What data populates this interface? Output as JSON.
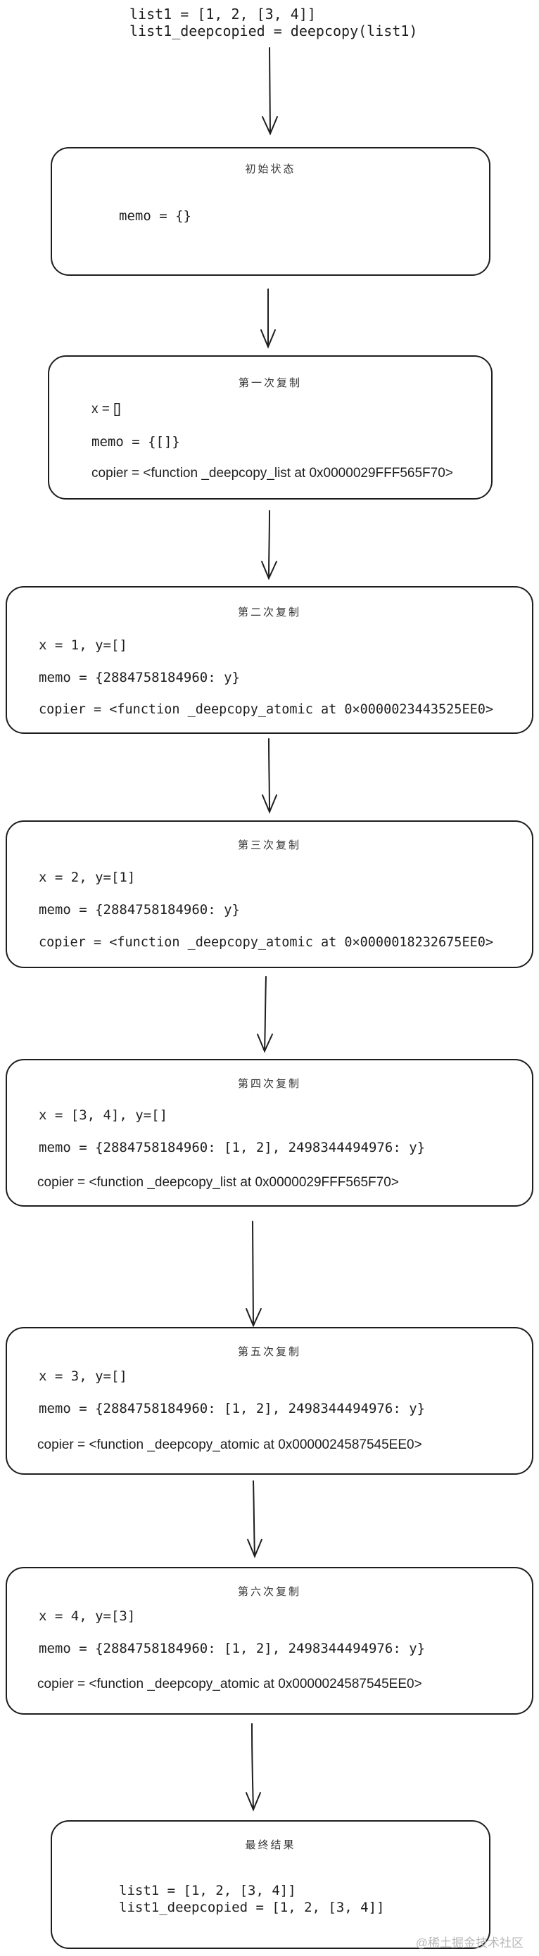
{
  "header_code": [
    "list1 = [1, 2, [3, 4]]",
    "list1_deepcopied = deepcopy(list1)"
  ],
  "boxes": [
    {
      "title": "初始状态",
      "lines": [
        "memo = {}"
      ]
    },
    {
      "title": "第一次复制",
      "lines": [
        "x = []",
        "memo = {[]}",
        "copier = <function _deepcopy_list at 0x0000029FFF565F70>"
      ]
    },
    {
      "title": "第二次复制",
      "lines": [
        "x = 1, y=[]",
        "memo = {2884758184960: y}",
        "copier = <function _deepcopy_atomic at 0×0000023443525EE0>"
      ]
    },
    {
      "title": "第三次复制",
      "lines": [
        "x = 2, y=[1]",
        "memo = {2884758184960: y}",
        "copier = <function _deepcopy_atomic at 0×0000018232675EE0>"
      ]
    },
    {
      "title": "第四次复制",
      "lines": [
        "x = [3, 4], y=[]",
        "memo = {2884758184960: [1, 2], 2498344494976: y}",
        "copier = <function _deepcopy_list at 0x0000029FFF565F70>"
      ]
    },
    {
      "title": "第五次复制",
      "lines": [
        "x = 3, y=[]",
        "memo = {2884758184960: [1, 2], 2498344494976: y}",
        "copier = <function _deepcopy_atomic at 0x0000024587545EE0>"
      ]
    },
    {
      "title": "第六次复制",
      "lines": [
        "x = 4, y=[3]",
        "memo = {2884758184960: [1, 2], 2498344494976: y}",
        "copier = <function _deepcopy_atomic at 0x0000024587545EE0>"
      ]
    },
    {
      "title": "最终结果",
      "lines": [
        "list1 = [1, 2, [3, 4]]",
        "list1_deepcopied = [1, 2, [3, 4]]"
      ]
    }
  ],
  "watermark": "@稀土掘金技术社区"
}
